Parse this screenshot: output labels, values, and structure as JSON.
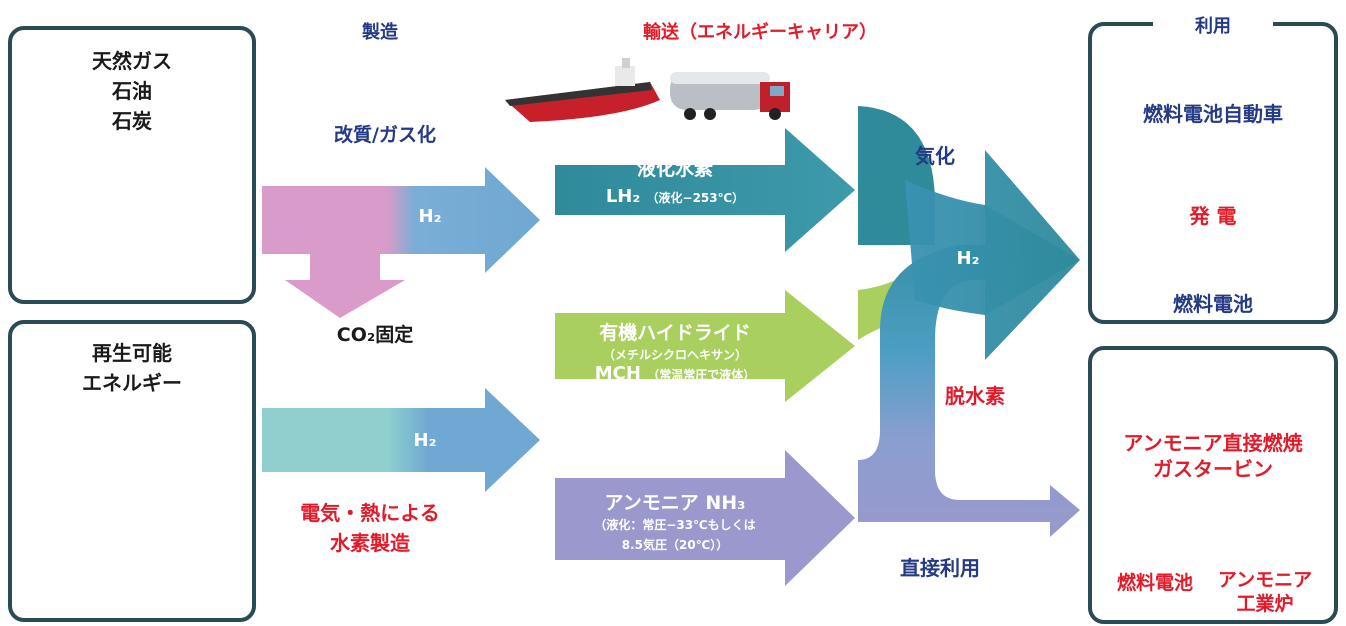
{
  "sources": {
    "fossil_lines": [
      "天然ガス",
      "石油",
      "石炭"
    ],
    "renewable_lines": [
      "再生可能",
      "エネルギー"
    ]
  },
  "production": {
    "header": "製造",
    "reforming": "改質/ガス化",
    "co2": "CO₂固定",
    "h2_top": "H₂",
    "h2_bottom": "H₂",
    "electric": [
      "電気・熱による",
      "水素製造"
    ]
  },
  "transport": {
    "header": "輸送（エネルギーキャリア）",
    "lh2": {
      "title": "液化水素",
      "sub": "LH₂",
      "note": "（液化−253℃）"
    },
    "mch": {
      "title": "有機ハイドライド",
      "sub1": "（メチルシクロヘキサン）",
      "sub2": "MCH",
      "note": "（常温常圧で液体）"
    },
    "nh3": {
      "title": "アンモニア  NH₃",
      "sub1": "（液化：常圧−33℃もしくは",
      "sub2": "8.5気圧（20℃））"
    }
  },
  "conversion": {
    "gasify": "気化",
    "dehydro": "脱水素",
    "h2": "H₂",
    "direct": "直接利用"
  },
  "usage": {
    "header": "利用",
    "fcv": "燃料電池自動車",
    "power": "発 電",
    "fuelcell": "燃料電池",
    "nh3_turbine": [
      "アンモニア直接燃焼",
      "ガスタービン"
    ],
    "fuelcell2": "燃料電池",
    "nh3_furnace": [
      "アンモニア",
      "工業炉"
    ]
  },
  "colors": {
    "frame": "#2a4a56",
    "pink": "#d99bc9",
    "blue_arrow": "#6fa8d2",
    "teal": "#2f8a9a",
    "green": "#a9cf5e",
    "purple": "#9a98cc",
    "heading_blue": "#243a84",
    "heading_red": "#e21b2a"
  }
}
